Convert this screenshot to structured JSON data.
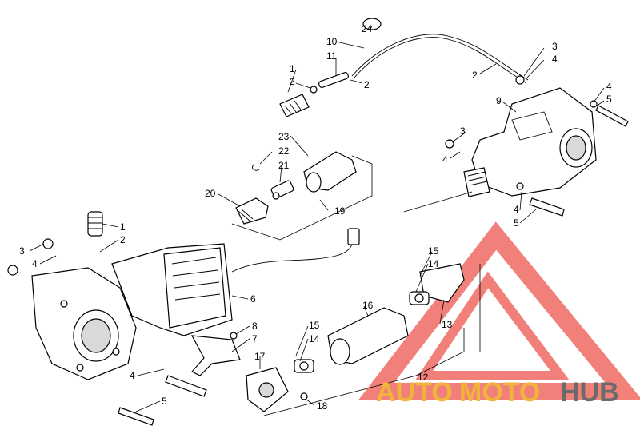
{
  "diagram": {
    "callouts": [
      "1",
      "2",
      "3",
      "4",
      "5",
      "6",
      "7",
      "8",
      "9",
      "10",
      "11",
      "12",
      "13",
      "14",
      "15",
      "16",
      "17",
      "18",
      "19",
      "20",
      "21",
      "22",
      "23",
      "24"
    ]
  },
  "watermark": {
    "brand_part1": "AUTO",
    "brand_part2": "MOTO",
    "brand_part3": "HUB",
    "color_red": "#f06b63",
    "color_gold": "#f2b33c",
    "color_gray": "#6b6b6b"
  }
}
